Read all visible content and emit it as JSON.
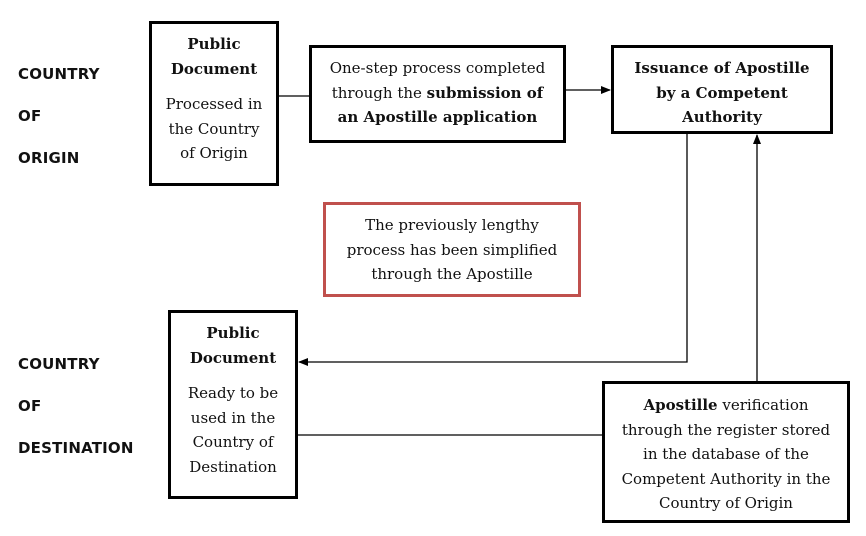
{
  "labels": {
    "origin": [
      "COUNTRY",
      "OF",
      "ORIGIN"
    ],
    "destination": [
      "COUNTRY",
      "OF",
      "DESTINATION"
    ]
  },
  "boxes": {
    "public_doc_origin": {
      "title_line1": "Public",
      "title_line2": "Document",
      "body": [
        "Processed in",
        "the Country",
        "of Origin"
      ]
    },
    "one_step": {
      "line1": "One-step process completed",
      "line2_pre": "through the ",
      "line2_bold": "submission of",
      "line3_bold": "an Apostille application"
    },
    "issuance": {
      "line1": "Issuance of Apostille",
      "line2": "by a Competent",
      "line3": "Authority"
    },
    "simplified": {
      "lines": [
        "The previously lengthy",
        "process has been simplified",
        "through the Apostille"
      ]
    },
    "public_doc_dest": {
      "title_line1": "Public",
      "title_line2": "Document",
      "body": [
        "Ready to be",
        "used in the",
        "Country of",
        "Destination"
      ]
    },
    "verification": {
      "line1_bold": "Apostille",
      "line1_rest": " verification",
      "lines": [
        "through the register stored",
        "in the database of the",
        "Competent Authority in the",
        "Country of Origin"
      ]
    }
  },
  "colors": {
    "line": "#000000",
    "highlight_border": "#c0504d"
  }
}
